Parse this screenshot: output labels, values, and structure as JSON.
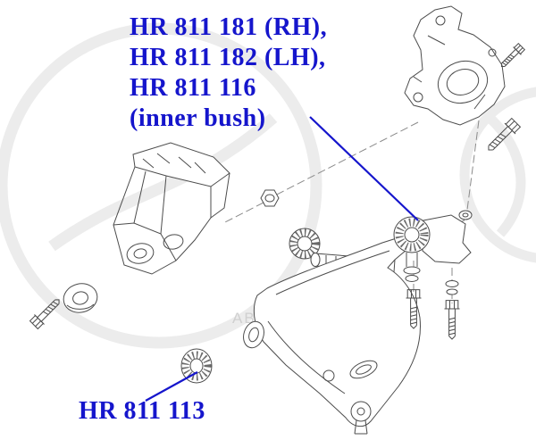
{
  "colors": {
    "label_blue": "#1515cc",
    "line_art": "#4c4c4c",
    "watermark_gray": "#ececec",
    "background": "#ffffff"
  },
  "labels": {
    "top_lines": [
      "HR 811 181 (RH),",
      "HR 811 182 (LH),",
      "HR 811 116",
      "(inner bush)"
    ],
    "bottom": "HR 811 113"
  },
  "watermark": {
    "text": "ABCo"
  },
  "diagram": {
    "parts": [
      "steering-knuckle",
      "mounting-bolts",
      "hex-nut",
      "washers",
      "subframe-bracket",
      "center-bushing",
      "rear-bushing-with-bracket",
      "axle-shaft",
      "lower-control-arm",
      "front-bushing",
      "ball-joint",
      "left-bushing",
      "inner-bushing-113"
    ]
  }
}
